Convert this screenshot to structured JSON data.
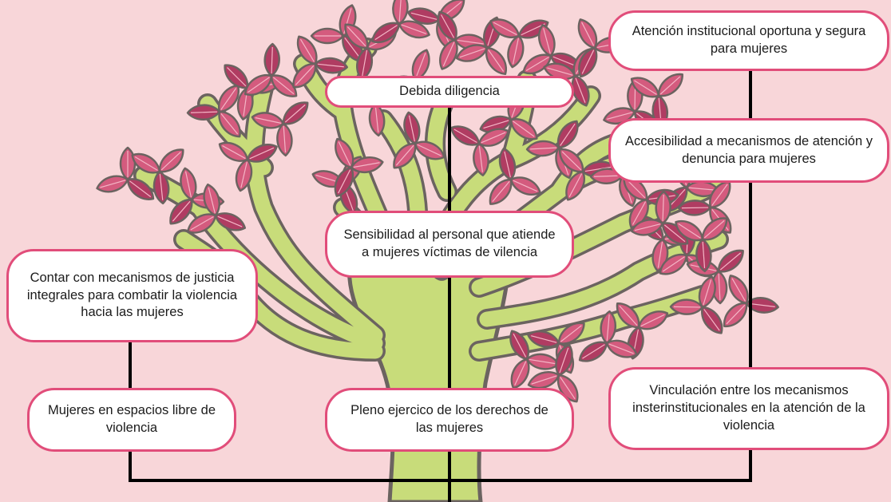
{
  "colors": {
    "background": "#f8d6d9",
    "box_border": "#e14d7a",
    "box_fill": "#ffffff",
    "connector": "#000000",
    "trunk": "#c8dc7a",
    "trunk_outline": "#6b6360",
    "leaf": "#d45b7e",
    "leaf_dark": "#b03c62"
  },
  "nodes": {
    "top_right": {
      "text": "Atención institucional oportuna y segura para mujeres"
    },
    "top_center": {
      "text": "Debida diligencia"
    },
    "mid_right": {
      "text": "Accesibilidad a mecanismos de atención y denuncia para mujeres"
    },
    "center": {
      "text": "Sensibilidad al personal que atiende a mujeres víctimas de vilencia"
    },
    "left": {
      "text": "Contar con mecanismos de justicia integrales para combatir la violencia hacia las mujeres"
    },
    "bottom_left": {
      "text": "Mujeres en espacios libre de violencia"
    },
    "bottom_center": {
      "text": "Pleno ejercico de los derechos de las mujeres"
    },
    "bottom_right": {
      "text": "Vinculación entre los mecanismos insterinstitucionales en la atención de la violencia"
    }
  }
}
